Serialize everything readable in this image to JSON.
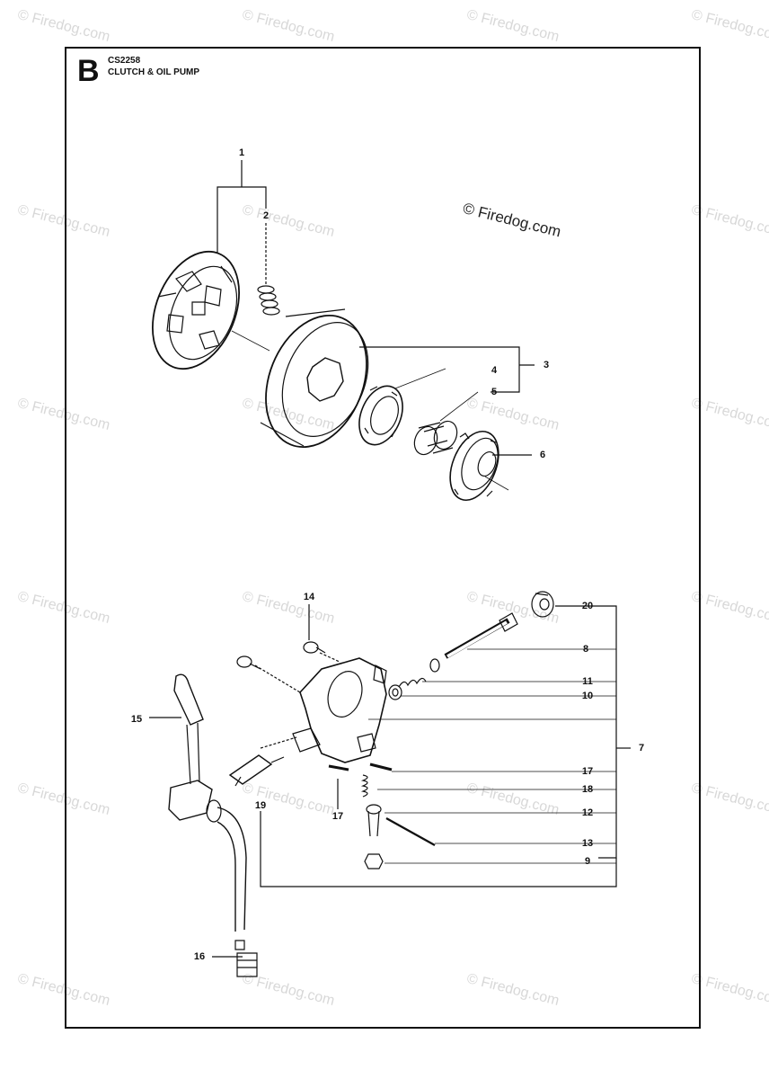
{
  "header": {
    "section_letter": "B",
    "model": "CS2258",
    "title": "CLUTCH & OIL PUMP"
  },
  "copyright": "© Firedog.com",
  "watermark": "© Firedog.com",
  "callouts": [
    {
      "id": "c1",
      "label": "1"
    },
    {
      "id": "c2",
      "label": "2"
    },
    {
      "id": "c3",
      "label": "3"
    },
    {
      "id": "c4",
      "label": "4"
    },
    {
      "id": "c5",
      "label": "5"
    },
    {
      "id": "c6",
      "label": "6"
    },
    {
      "id": "c14",
      "label": "14"
    },
    {
      "id": "c20",
      "label": "20"
    },
    {
      "id": "c8",
      "label": "8"
    },
    {
      "id": "c11",
      "label": "11"
    },
    {
      "id": "c10",
      "label": "10"
    },
    {
      "id": "c15",
      "label": "15"
    },
    {
      "id": "c7",
      "label": "7"
    },
    {
      "id": "c17a",
      "label": "17"
    },
    {
      "id": "c18",
      "label": "18"
    },
    {
      "id": "c19",
      "label": "19"
    },
    {
      "id": "c17b",
      "label": "17"
    },
    {
      "id": "c12",
      "label": "12"
    },
    {
      "id": "c13",
      "label": "13"
    },
    {
      "id": "c9",
      "label": "9"
    },
    {
      "id": "c16",
      "label": "16"
    }
  ]
}
